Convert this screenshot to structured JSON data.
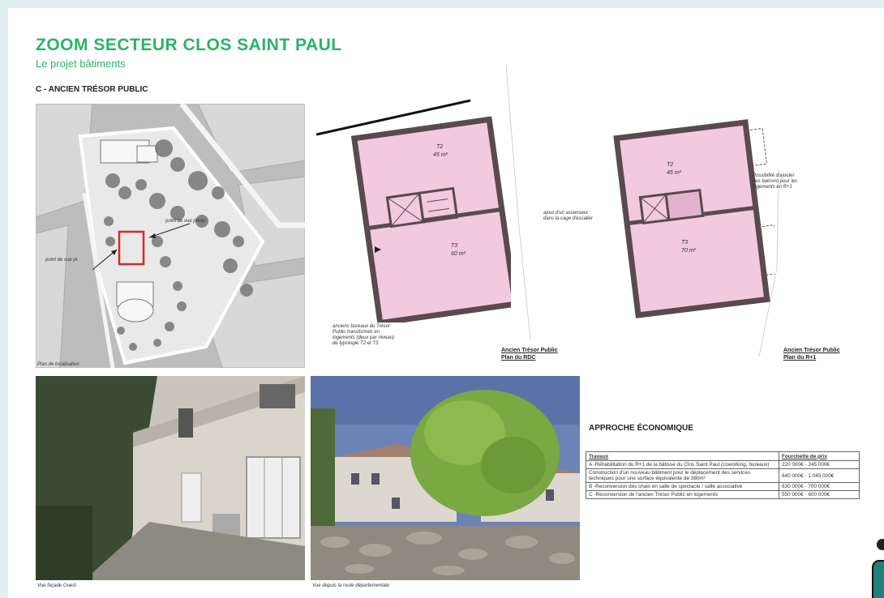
{
  "header": {
    "title": "ZOOM SECTEUR CLOS SAINT PAUL",
    "subtitle": "Le projet bâtiments",
    "section": "C - ANCIEN TRÉSOR PUBLIC"
  },
  "map": {
    "caption": "Plan de localisation",
    "label_left": "point de vue pi",
    "label_right": "point de vue photo"
  },
  "plan_rdc": {
    "room_t2_name": "T2",
    "room_t2_area": "45 m²",
    "room_t3_name": "T3",
    "room_t3_area": "60 m²",
    "note_lines": [
      "anciens bureaux du Trésor",
      "Public transformés en",
      "logements (deux par niveau)",
      "de typologie T2 et T3"
    ],
    "title_line1": "Ancien Trésor Public",
    "title_line2": "Plan du RDC"
  },
  "elevator_note": {
    "lines": [
      "ajout d'un ascenseur",
      "dans la cage d'escalier"
    ]
  },
  "plan_r1": {
    "room_t2_name": "T2",
    "room_t2_area": "45 m²",
    "room_t3_name": "T3",
    "room_t3_area": "70 m²",
    "note_lines": [
      "Possibilité d'ajouter",
      "des balcons pour les",
      "logements en R+1"
    ],
    "title_line1": "Ancien Trésor Public",
    "title_line2": "Plan du R+1"
  },
  "photos": {
    "west_caption": "Vue façade Ouest",
    "road_caption": "Vue depuis la route départementale"
  },
  "economic": {
    "title": "APPROCHE ÉCONOMIQUE",
    "headers": [
      "Travaux",
      "Fourchette de prix"
    ],
    "rows": [
      [
        "A -Réhabilitation du R+1 de la bâtisse du Clos Saint Paul (coworking, bureaux)",
        "220 000€ - 245 000€"
      ],
      [
        "Construction d'un nouveau bâtiment pour le déplacement des services techniques pour une surface équivalente de 380m²",
        "840 000€ - 1 045 000€"
      ],
      [
        "B -Reconversion des chais en salle de spectacle / salle associative",
        "630 000€ - 700 000€"
      ],
      [
        "C -Reconversion de l'ancien Trésor Public en logements",
        "550 000€ - 600 000€"
      ]
    ]
  },
  "colors": {
    "accent_green": "#2bb36a",
    "plan_fill": "#f2c9dd",
    "plan_wall": "#5a4a50",
    "building_highlight": "#e0262b"
  }
}
